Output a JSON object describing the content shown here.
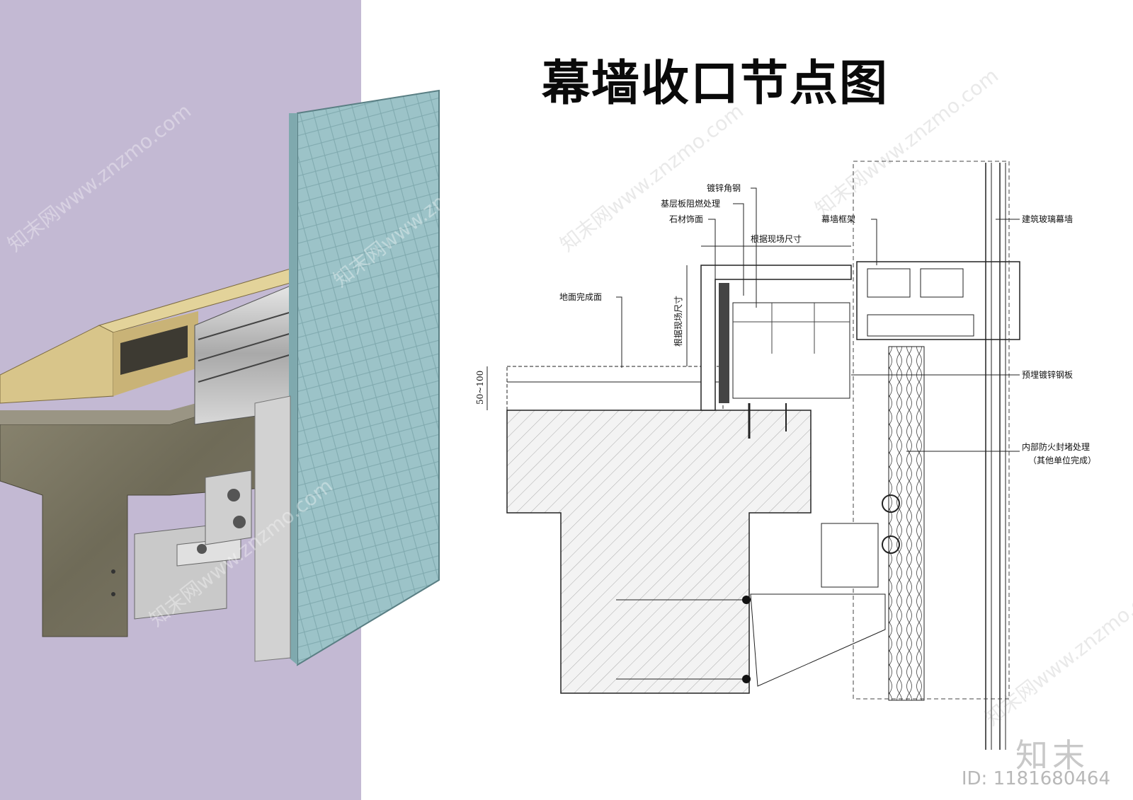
{
  "title": "幕墙收口节点图",
  "labels": {
    "galv_angle": "镀锌角钢",
    "base_fire": "基层板阻燃处理",
    "stone_face": "石材饰面",
    "site_dim_top": "根据现场尺寸",
    "curtain_frame": "幕墙框架",
    "glass_wall": "建筑玻璃幕墙",
    "floor_finish": "地面完成面",
    "site_dim_side": "根据现场尺寸",
    "embed_plate": "预埋镀锌钢板",
    "fire_seal": "内部防火封堵处理",
    "fire_seal_note": "（其他单位完成）",
    "dim_range": "50~100"
  },
  "watermark": {
    "text": "知末网www.znzmo.com",
    "brand": "知末",
    "id": "ID: 1181680464"
  }
}
